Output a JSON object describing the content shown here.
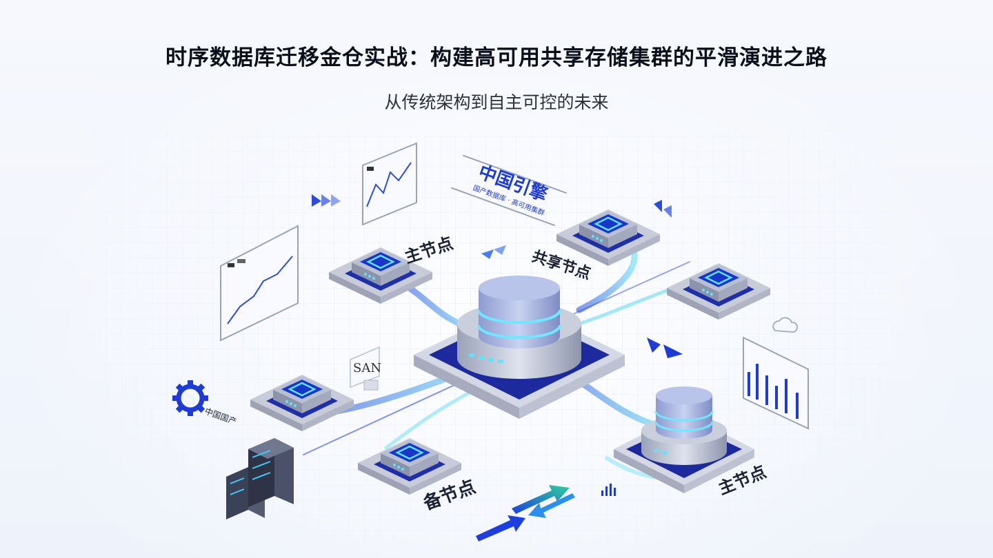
{
  "header": {
    "title": "时序数据库迁移金仓实战：构建高可用共享存储集群的平滑演进之路",
    "subtitle": "从传统架构到自主可控的未来"
  },
  "labels": {
    "master_node_top": "主节点",
    "master_node_right": "主节点",
    "backup_node": "备节点",
    "shared_node": "共享节点",
    "san": "SAN",
    "brand_banner": "中国引擎",
    "brand_banner_sub": "国产数据库 · 高可用集群",
    "gear_caption": "中国国产"
  },
  "colors": {
    "accent_blue": "#1f3bd6",
    "screen_cyan": "#5fe3ff",
    "cylinder_light": "#c9d4f2",
    "platform_gray": "#c7cbd6",
    "ribbon_cyan": "#6fd6f2",
    "arrow_green": "#2fd09a"
  },
  "icons": [
    "database-cylinder-icon",
    "server-node-icon",
    "line-chart-panel-icon",
    "bar-chart-panel-icon",
    "gear-icon",
    "server-rack-icon",
    "cloud-icon",
    "sync-arrows-icon",
    "chevron-arrow-icon"
  ]
}
